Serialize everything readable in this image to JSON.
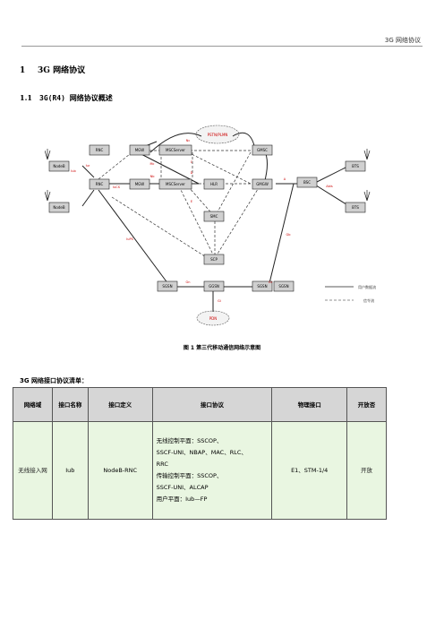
{
  "header": {
    "title": "3G 网络协议"
  },
  "section": {
    "number": "1",
    "title": "3G 网络协议"
  },
  "subsection": {
    "number": "1.1",
    "title": "3G(R4) 网络协议概述"
  },
  "figure": {
    "caption": "图 1 第三代移动通信网络示意图",
    "nodes": {
      "nodeb1": "NodeB",
      "nodeb2": "NodeB",
      "rnc1": "RNC",
      "rnc2": "RNC",
      "mgw1": "MGW",
      "mgw2": "MGW",
      "mscserver1": "MSCServer",
      "mscserver2": "MSCServer",
      "hlr": "HLR",
      "smc": "SMC",
      "gmsc": "GMSC",
      "gmgw": "GMGW",
      "sgsn": "SGSN",
      "ggsn": "GGSN",
      "scp": "SCP",
      "sgsn2": "SGSN",
      "sgsn3": "SGSN",
      "bsc": "BSC",
      "bts1": "BTS",
      "bts2": "BTS",
      "pstn": "PSTN/PLMN",
      "pdn": "PDN"
    },
    "links": {
      "iub": "Iub",
      "iur": "Iur",
      "iucs": "IuCS",
      "iups": "IuPS",
      "mc": "Mc",
      "nc": "Nc",
      "nb": "Nb",
      "c": "C",
      "d": "D",
      "e": "E",
      "a": "A",
      "abis": "Abis",
      "gb": "Gb",
      "gn": "Gn",
      "gi": "Gi",
      "gr": "Gr"
    },
    "legend": {
      "user": "用户数据流",
      "signaling": "信令流"
    }
  },
  "list_title": "3G 网络接口协议清单：",
  "table": {
    "headers": [
      "网络域",
      "接口名称",
      "接口定义",
      "接口协议",
      "物理接口",
      "开放否"
    ],
    "rows": [
      {
        "domain": "无线接入网",
        "name": "Iub",
        "definition": "NodeB-RNC",
        "protocol_lines": [
          "无线控制平面：SSCOP、",
          "SSCF-UNI、NBAP、MAC、RLC、",
          "RRC",
          "传输控制平面：SSCOP、",
          "SSCF-UNI、ALCAP",
          "用户平面：Iub—FP"
        ],
        "physical": "E1、STM-1/4",
        "open": "开放"
      }
    ]
  }
}
